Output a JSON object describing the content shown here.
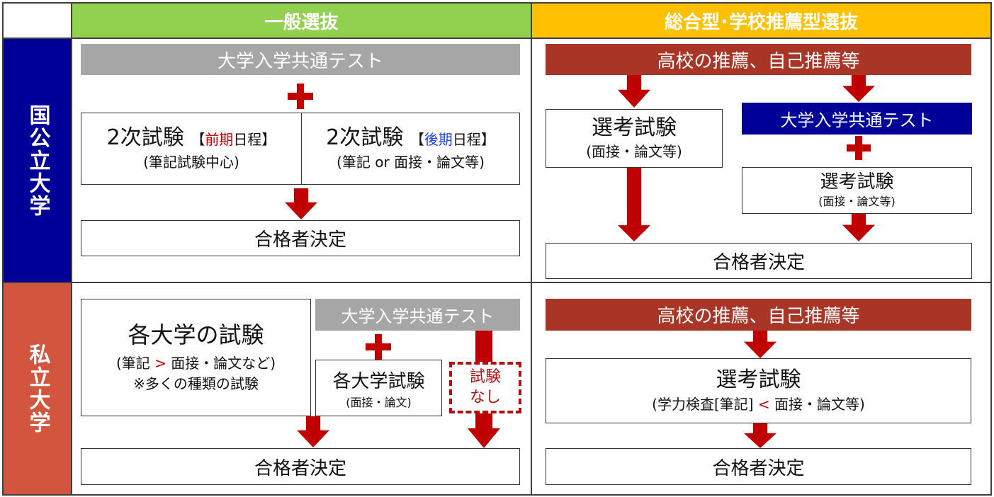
{
  "header": {
    "general": "一般選抜",
    "comprehensive": "総合型･学校推薦型選抜"
  },
  "rows": {
    "national": "国公立大学",
    "private": "私立大学"
  },
  "national": {
    "general": {
      "common_test": "大学入学共通テスト",
      "first": {
        "title": "2次試験",
        "bracket_open": "【",
        "period": "前期",
        "schedule": "日程",
        "bracket_close": "】",
        "sub": "(筆記試験中心)"
      },
      "second": {
        "title": "2次試験",
        "bracket_open": "【",
        "period": "後期",
        "schedule": "日程",
        "bracket_close": "】",
        "sub": "(筆記 or 面接・論文等)"
      },
      "result": "合格者決定"
    },
    "comprehensive": {
      "recommend": "高校の推薦、自己推薦等",
      "selection": {
        "title": "選考試験",
        "sub": "(面接・論文等)"
      },
      "common_test": "大学入学共通テスト",
      "selection2": {
        "title": "選考試験",
        "sub": "(面接・論文等)"
      },
      "result": "合格者決定"
    }
  },
  "private": {
    "general": {
      "univ_exam": {
        "title": "各大学の試験",
        "sub_pre": "(筆記 ",
        "gt": ">",
        "sub_post": " 面接・論文など)",
        "note": "※多くの種類の試験"
      },
      "common_test": "大学入学共通テスト",
      "each_exam": {
        "title": "各大学試験",
        "sub": "(面接・論文)"
      },
      "no_exam": {
        "line1": "試験",
        "line2": "なし"
      },
      "result": "合格者決定"
    },
    "comprehensive": {
      "recommend": "高校の推薦、自己推薦等",
      "selection": {
        "title": "選考試験",
        "sub_pre": "(学力検査[筆記] ",
        "lt": "<",
        "sub_post": " 面接・論文等)"
      },
      "result": "合格者決定"
    }
  },
  "colors": {
    "green": "#92d050",
    "orange": "#ffc000",
    "navy": "#000099",
    "private_red": "#d4553e",
    "dark_red": "#a93526",
    "arrow": "#c00000",
    "gray": "#a6a6a6"
  }
}
